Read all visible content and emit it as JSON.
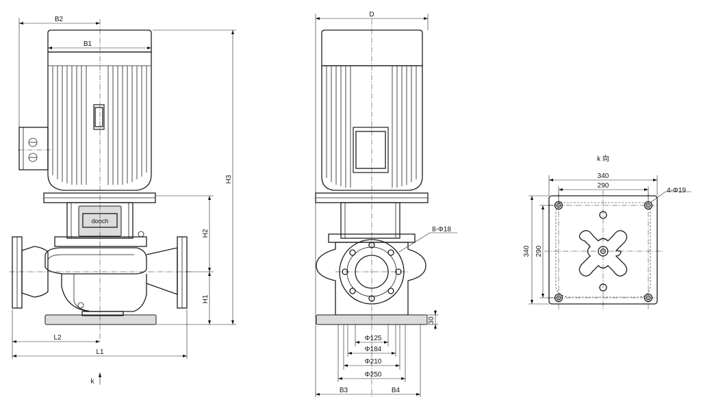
{
  "labels": {
    "b2": "B2",
    "b1": "B1",
    "h3": "H3",
    "h2": "H2",
    "h1": "H1",
    "l2": "L2",
    "l1": "L1",
    "k_arrow": "k",
    "d": "D",
    "bolt_flange": "8-Φ18",
    "dim_30": "30",
    "phi125": "Φ125",
    "phi184": "Φ184",
    "phi210": "Φ210",
    "phi250": "Φ250",
    "b3": "B3",
    "b4": "B4",
    "k_view": "k 向",
    "w340": "340",
    "w290": "290",
    "bolt_base": "4-Φ19",
    "h340": "340",
    "h290": "290",
    "logo": "dooch"
  }
}
